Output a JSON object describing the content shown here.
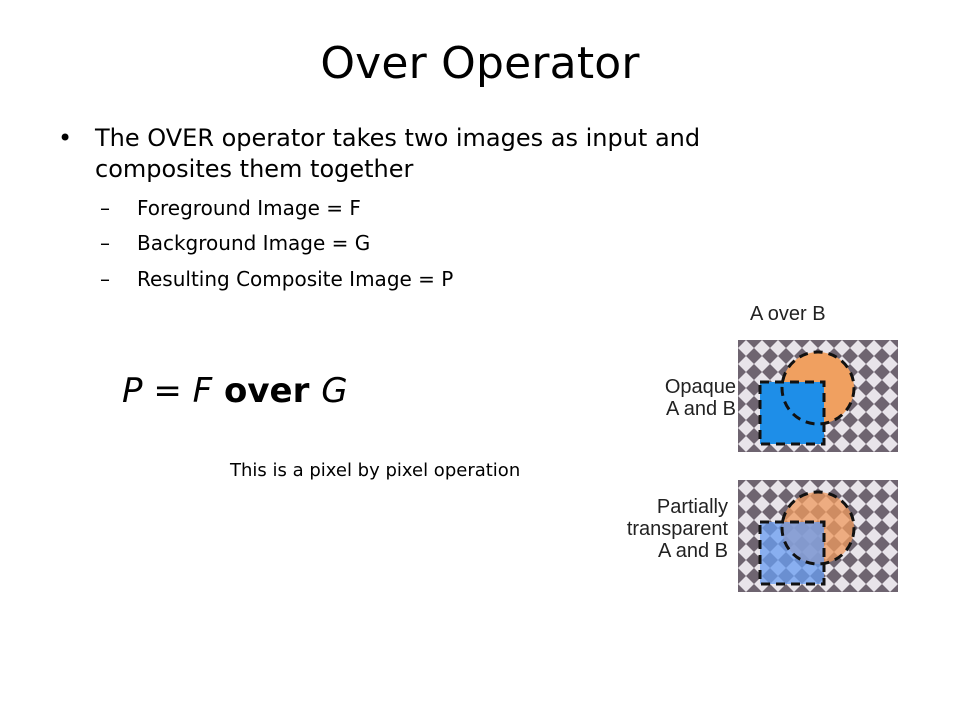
{
  "slide": {
    "title": "Over Operator",
    "bullet": "The OVER operator takes two images as input and composites them together",
    "sub_items": [
      "Foreground Image = F",
      "Background Image = G",
      "Resulting Composite Image = P"
    ],
    "formula": {
      "p": "P",
      "eq1": " = ",
      "f": "F",
      "op": " over ",
      "g": "G"
    },
    "note": "This is a pixel by pixel operation"
  },
  "figure": {
    "heading": "A over B",
    "row1_label": [
      "Opaque",
      "A and B"
    ],
    "row2_label": [
      "Partially",
      "transparent",
      "A and B"
    ],
    "colors": {
      "circle": "#f0a060",
      "square": "#1e8ee8",
      "checker_dark": "#6e6470",
      "checker_light": "#e8e4ea",
      "square_transparent": "#6a9ef2",
      "overlap_transparent": "#9a98d6",
      "circle_transparent": "#ef9a5e"
    }
  }
}
